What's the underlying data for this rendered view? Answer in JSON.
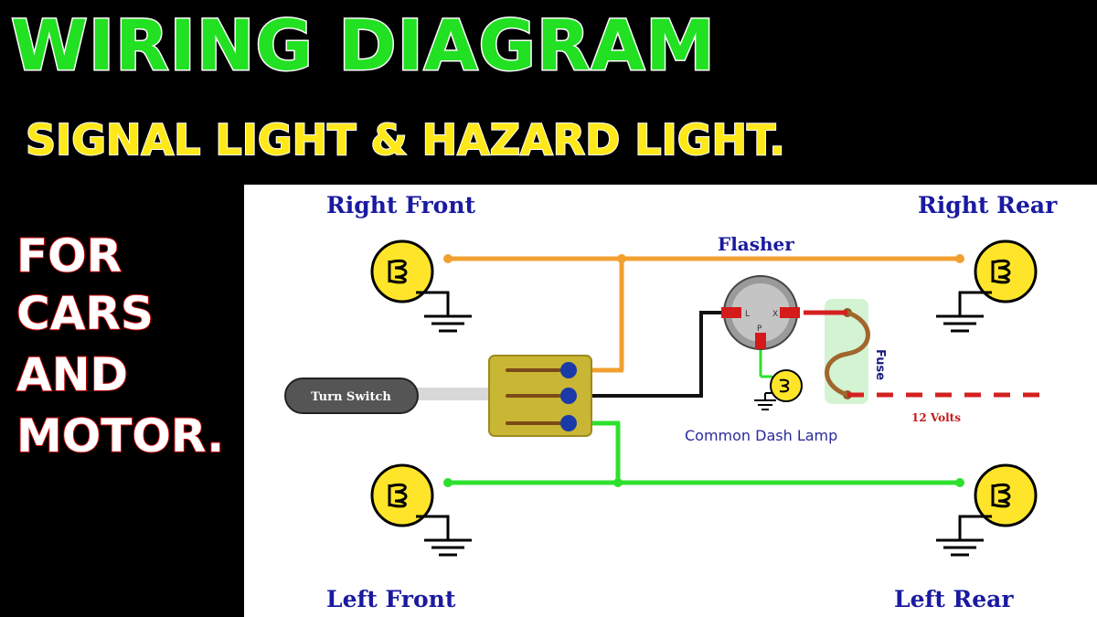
{
  "header": {
    "title": "WIRING DIAGRAM",
    "subtitle": "SIGNAL LIGHT & HAZARD LIGHT."
  },
  "sidebar": {
    "lines": [
      "FOR",
      "CARS",
      "AND",
      "MOTOR."
    ]
  },
  "diagram": {
    "lamps": {
      "right_front": "Right Front",
      "right_rear": "Right Rear",
      "left_front": "Left Front",
      "left_rear": "Left Rear"
    },
    "flasher": "Flasher",
    "flasher_pins": {
      "l": "L",
      "x": "X",
      "p": "P"
    },
    "turn_switch": "Turn Switch",
    "dash_lamp": "Common Dash Lamp",
    "fuse": "Fuse",
    "supply": "12 Volts",
    "colors": {
      "right_wire": "#f0a030",
      "left_wire": "#2ee02e",
      "supply_wire": "#d42020",
      "common_wire": "#111111",
      "lamp": "#ffe52a"
    }
  }
}
